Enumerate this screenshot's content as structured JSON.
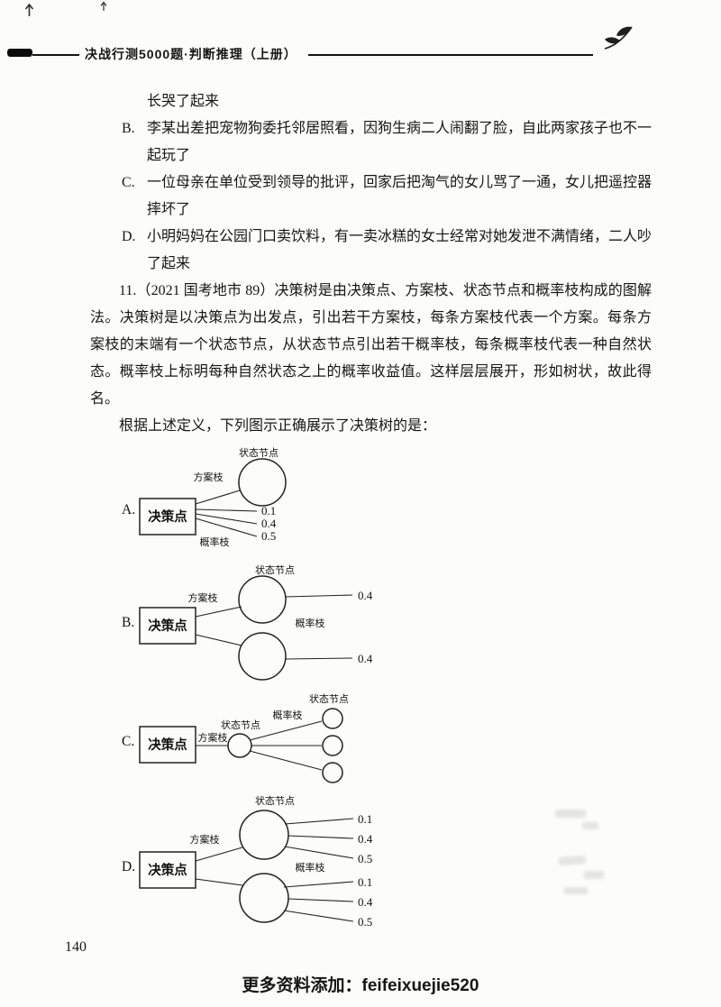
{
  "page": {
    "header_title": "决战行测5000题·判断推理（上册）",
    "page_number": "140",
    "footer_note": "更多资料添加：feifeixuejie520"
  },
  "content": {
    "carryover_line": "长哭了起来",
    "options": [
      {
        "label": "B.",
        "text": "李某出差把宠物狗委托邻居照看，因狗生病二人闹翻了脸，自此两家孩子也不一起玩了"
      },
      {
        "label": "C.",
        "text": "一位母亲在单位受到领导的批评，回家后把淘气的女儿骂了一通，女儿把遥控器摔坏了"
      },
      {
        "label": "D.",
        "text": "小明妈妈在公园门口卖饮料，有一卖冰糕的女士经常对她发泄不满情绪，二人吵了起来"
      }
    ],
    "question": {
      "number": "11.",
      "source": "（2021 国考地市 89）",
      "body": "决策树是由决策点、方案枝、状态节点和概率枝构成的图解法。决策树是以决策点为出发点，引出若干方案枝，每条方案枝代表一个方案。每条方案枝的末端有一个状态节点，从状态节点引出若干概率枝，每条概率枝代表一种自然状态。概率枝上标明每种自然状态之上的概率收益值。这样层层展开，形如树状，故此得名。",
      "prompt": "根据上述定义，下列图示正确展示了决策树的是："
    }
  },
  "diagrams": {
    "shared_labels": {
      "decision_point": "决策点",
      "state_node": "状态节点",
      "plan_branch": "方案枝",
      "probability_branch": "概率枝"
    },
    "options": {
      "A": {
        "letter": "A.",
        "probability_values": [
          "0.1",
          "0.4",
          "0.5"
        ]
      },
      "B": {
        "letter": "B.",
        "probability_values": [
          "0.4",
          "0.4"
        ]
      },
      "C": {
        "letter": "C."
      },
      "D": {
        "letter": "D.",
        "upper_values": [
          "0.1",
          "0.4",
          "0.5"
        ],
        "lower_values": [
          "0.1",
          "0.4",
          "0.5"
        ]
      }
    }
  }
}
